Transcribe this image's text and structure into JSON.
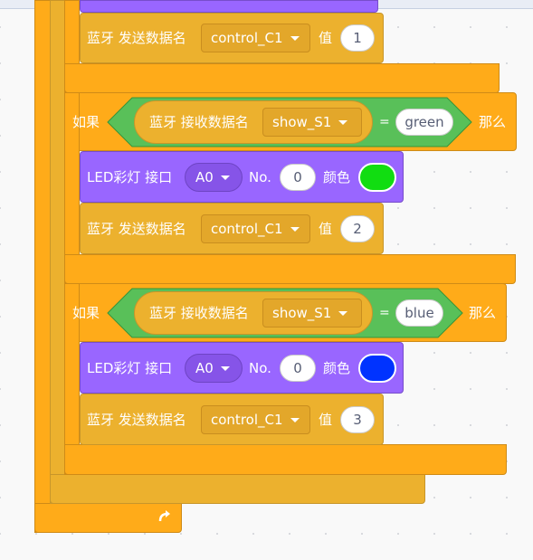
{
  "blocks": {
    "send1": {
      "label": "蓝牙 发送数据名",
      "name": "control_C1",
      "value_label": "值",
      "value": "1"
    },
    "if1": {
      "if_label": "如果",
      "receive_label": "蓝牙 接收数据名",
      "receive_name": "show_S1",
      "op": "=",
      "compare": "green",
      "then_label": "那么",
      "led": {
        "label": "LED彩灯 接口",
        "port": "A0",
        "no_label": "No.",
        "no": "0",
        "color_label": "颜色",
        "color": "#11dd11"
      },
      "send": {
        "label": "蓝牙 发送数据名",
        "name": "control_C1",
        "value_label": "值",
        "value": "2"
      }
    },
    "if2": {
      "if_label": "如果",
      "receive_label": "蓝牙 接收数据名",
      "receive_name": "show_S1",
      "op": "=",
      "compare": "blue",
      "then_label": "那么",
      "led": {
        "label": "LED彩灯 接口",
        "port": "A0",
        "no_label": "No.",
        "no": "0",
        "color_label": "颜色",
        "color": "#0033ff"
      },
      "send": {
        "label": "蓝牙 发送数据名",
        "name": "control_C1",
        "value_label": "值",
        "value": "3"
      }
    },
    "loop_icon": "loop-arrow-icon"
  },
  "colors": {
    "control": "#ffab19",
    "operator": "#59c059",
    "looks": "#9966ff",
    "extension": "#ecb12e"
  }
}
